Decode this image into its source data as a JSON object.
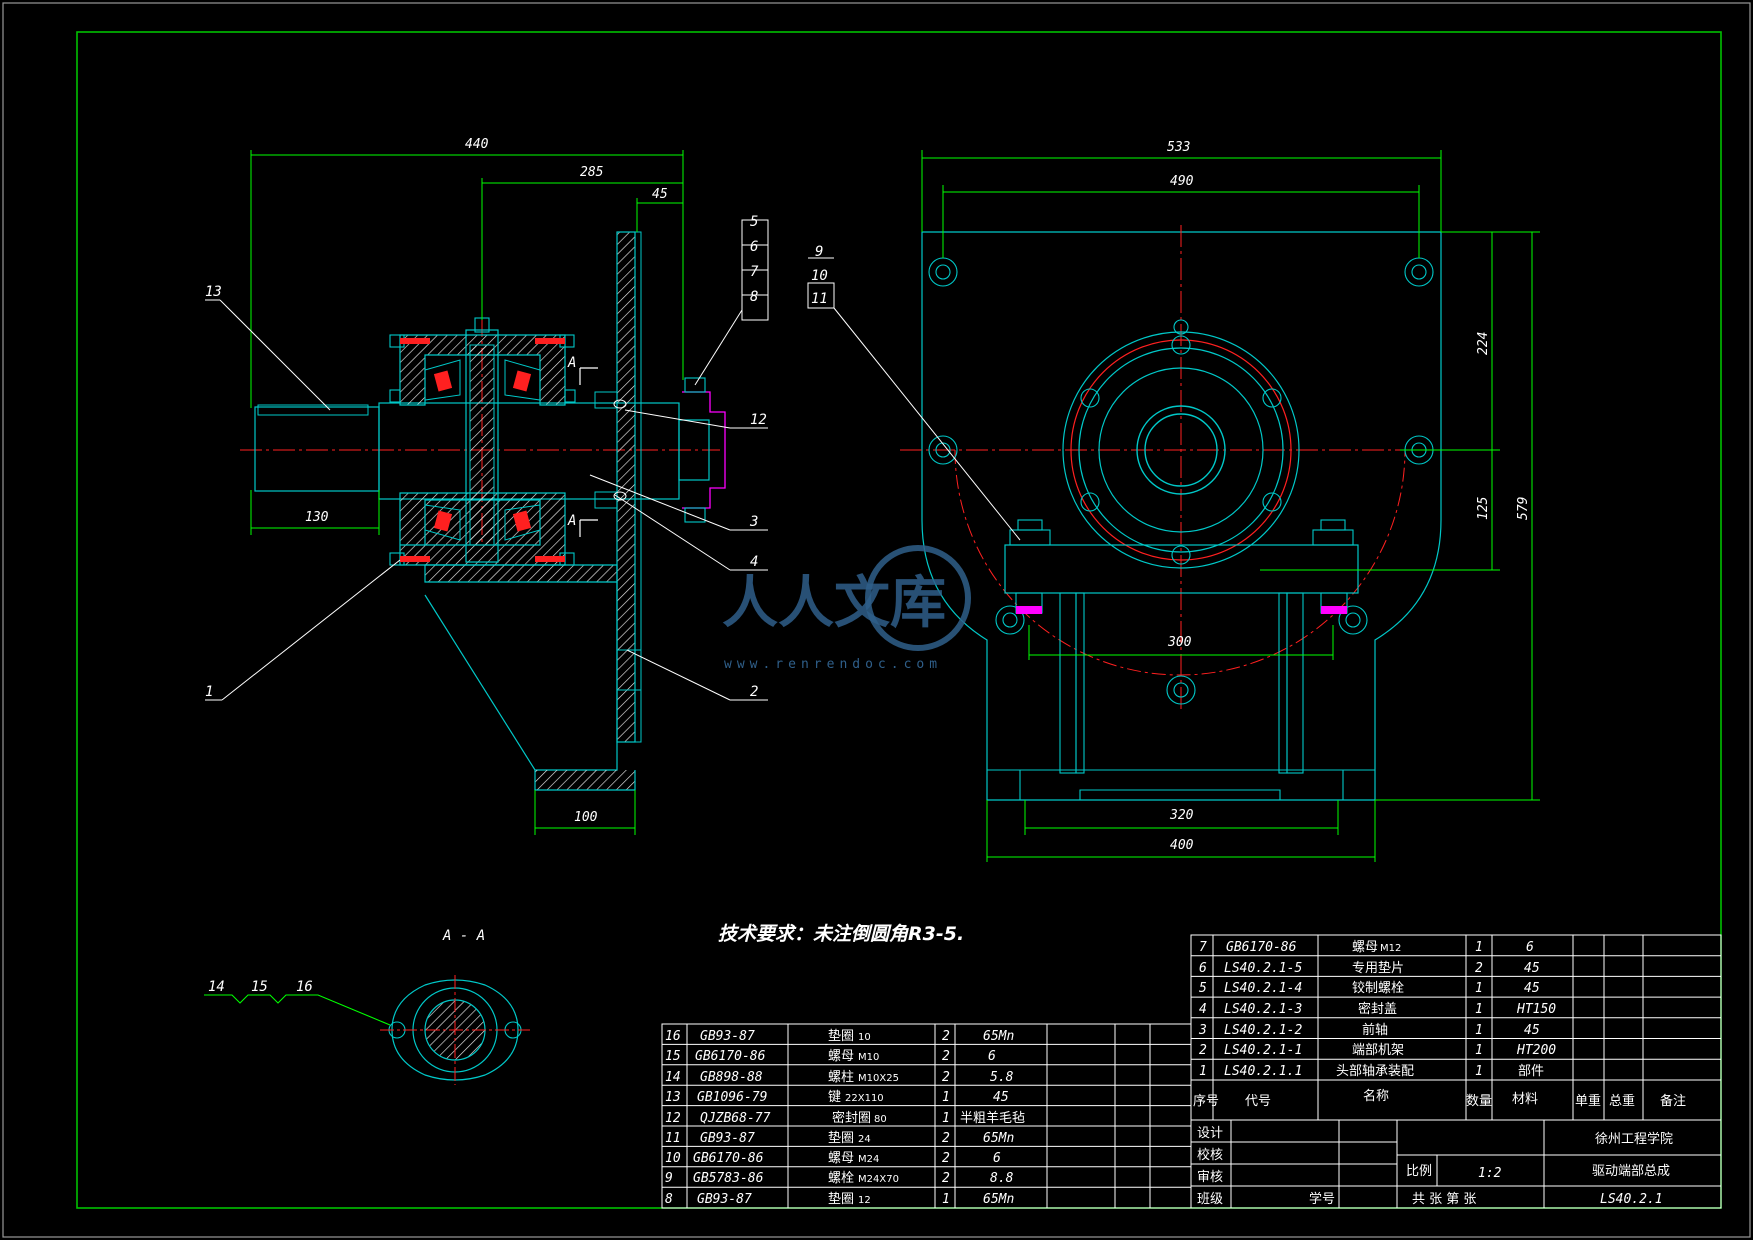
{
  "views": {
    "side": {
      "dims": {
        "d440": "440",
        "d285": "285",
        "d45": "45",
        "d130": "130",
        "d100": "100"
      },
      "section_mark": "A",
      "balloons_stack_a": [
        "5",
        "6",
        "7",
        "8"
      ],
      "balloon_3": "3",
      "balloon_4": "4",
      "balloon_12": "12",
      "balloon_13": "13",
      "balloon_1": "1",
      "balloon_2": "2"
    },
    "front": {
      "dims": {
        "d533": "533",
        "d490": "490",
        "d224": "224",
        "d125": "125",
        "d579": "579",
        "d300": "300",
        "d320": "320",
        "d400": "400"
      },
      "balloons_stack_b": [
        "9",
        "10",
        "11"
      ]
    },
    "section": {
      "title": "A - A",
      "balloons": [
        "14",
        "15",
        "16"
      ]
    }
  },
  "technical_requirement": "技术要求：未注倒圆角R3-5.",
  "watermark": {
    "text": "人人文库",
    "url": "www.renrendoc.com"
  },
  "parts_list_left": [
    {
      "no": "16",
      "code": "GB93-87",
      "name": "垫圈",
      "spec": "10",
      "qty": "2",
      "material": "65Mn"
    },
    {
      "no": "15",
      "code": "GB6170-86",
      "name": "螺母",
      "spec": "M10",
      "qty": "2",
      "material": "6"
    },
    {
      "no": "14",
      "code": "GB898-88",
      "name": "螺柱",
      "spec": "M10X25",
      "qty": "2",
      "material": "5.8"
    },
    {
      "no": "13",
      "code": "GB1096-79",
      "name": "键",
      "spec": "22X110",
      "qty": "1",
      "material": "45"
    },
    {
      "no": "12",
      "code": "QJZB68-77",
      "name": "密封圈",
      "spec": "80",
      "qty": "1",
      "material": "半粗羊毛毡"
    },
    {
      "no": "11",
      "code": "GB93-87",
      "name": "垫圈",
      "spec": "24",
      "qty": "2",
      "material": "65Mn"
    },
    {
      "no": "10",
      "code": "GB6170-86",
      "name": "螺母",
      "spec": "M24",
      "qty": "2",
      "material": "6"
    },
    {
      "no": "9",
      "code": "GB5783-86",
      "name": "螺栓",
      "spec": "M24X70",
      "qty": "2",
      "material": "8.8"
    },
    {
      "no": "8",
      "code": "GB93-87",
      "name": "垫圈",
      "spec": "12",
      "qty": "1",
      "material": "65Mn"
    }
  ],
  "parts_list_right": [
    {
      "no": "7",
      "code": "GB6170-86",
      "name": "螺母",
      "spec": "M12",
      "qty": "1",
      "material": "6"
    },
    {
      "no": "6",
      "code": "LS40.2.1-5",
      "name": "专用垫片",
      "spec": "",
      "qty": "2",
      "material": "45"
    },
    {
      "no": "5",
      "code": "LS40.2.1-4",
      "name": "铰制螺栓",
      "spec": "",
      "qty": "1",
      "material": "45"
    },
    {
      "no": "4",
      "code": "LS40.2.1-3",
      "name": "密封盖",
      "spec": "",
      "qty": "1",
      "material": "HT150"
    },
    {
      "no": "3",
      "code": "LS40.2.1-2",
      "name": "前轴",
      "spec": "",
      "qty": "1",
      "material": "45"
    },
    {
      "no": "2",
      "code": "LS40.2.1-1",
      "name": "端部机架",
      "spec": "",
      "qty": "1",
      "material": "HT200"
    },
    {
      "no": "1",
      "code": "LS40.2.1.1",
      "name": "头部轴承装配",
      "spec": "",
      "qty": "1",
      "material": "部件"
    }
  ],
  "parts_header": {
    "no": "序号",
    "code": "代号",
    "name": "名称",
    "qty": "数量",
    "material": "材料",
    "unit_weight": "单重",
    "total_weight": "总重",
    "remark": "备注"
  },
  "title_block": {
    "design": "设计",
    "check": "校核",
    "review": "审核",
    "class": "班级",
    "student_no": "学号",
    "school": "徐州工程学院",
    "drawing_title": "驱动端部总成",
    "scale_label": "比例",
    "scale": "1:2",
    "sheet_text": "共  张  第  张",
    "drawing_no": "LS40.2.1"
  },
  "colors": {
    "background": "#000000",
    "border": "#00c000",
    "outline": "#00c8c8",
    "center": "#ff2020",
    "dims": "#00ff00",
    "text": "#ffffff",
    "hatch": "#ffffff",
    "accent": "#ff00ff",
    "leader": "#ffffff"
  }
}
